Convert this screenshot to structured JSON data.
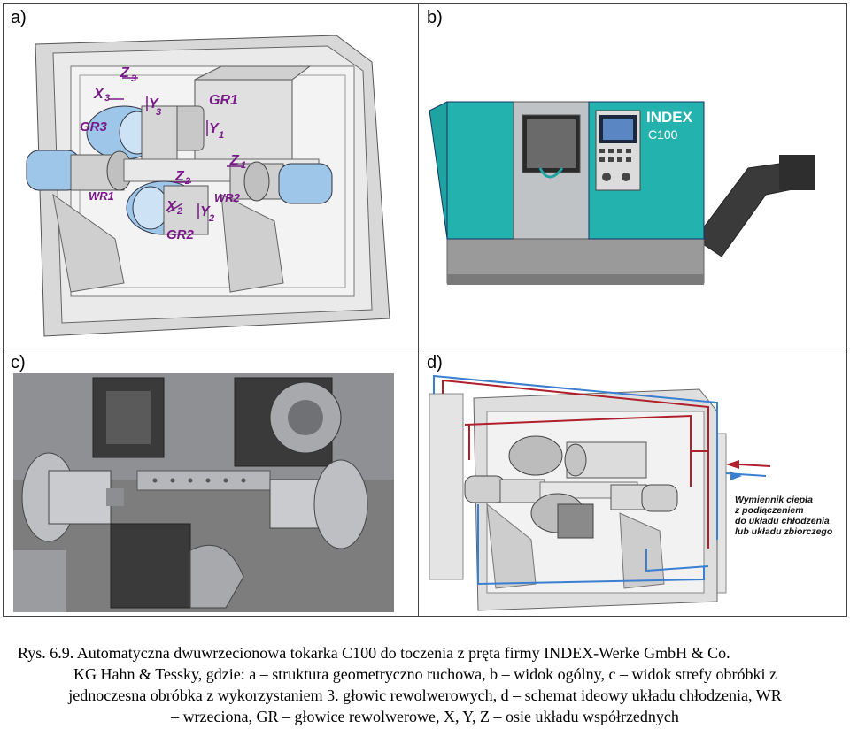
{
  "panels": {
    "a": {
      "label": "a)"
    },
    "b": {
      "label": "b)",
      "brand": "INDEX",
      "model": "C100"
    },
    "c": {
      "label": "c)"
    },
    "d": {
      "label": "d)",
      "annotation": [
        "Wymiennik ciepła",
        "z podłączeniem",
        "do układu chłodzenia",
        "lub układu zbiorczego"
      ]
    }
  },
  "axes": {
    "gr1": "GR1",
    "gr2": "GR2",
    "gr3": "GR3",
    "wr1": "WR1",
    "wr2": "WR2",
    "x3": "X",
    "x3s": "3",
    "z3": "Z",
    "z3s": "3",
    "y3": "Y",
    "y3s": "3",
    "y1": "Y",
    "y1s": "1",
    "z1": "Z",
    "z1s": "1",
    "z2": "Z",
    "z2s": "2",
    "x2": "X",
    "x2s": "2",
    "y2": "Y",
    "y2s": "2"
  },
  "caption": {
    "line1": "Rys. 6.9. Automatyczna dwuwrzecionowa tokarka C100 do toczenia z pręta firmy INDEX-Werke GmbH & Co.",
    "line2": "KG Hahn & Tessky, gdzie: a – struktura geometryczno ruchowa, b – widok ogólny, c – widok strefy obróbki z",
    "line3": "jednoczesna obróbka z wykorzystaniem 3. głowic rewolwerowych, d – schemat ideowy układu chłodzenia, WR",
    "line4": "– wrzeciona, GR – głowice rewolwerowe, X, Y, Z – osie układu współrzednych"
  },
  "colors": {
    "accent_purple": "#7a1a8a",
    "machine_teal": "#1fa3a0",
    "cooling_red": "#b0202c",
    "cooling_blue": "#3a7fd0",
    "tool_blue": "#9dc6e8"
  }
}
